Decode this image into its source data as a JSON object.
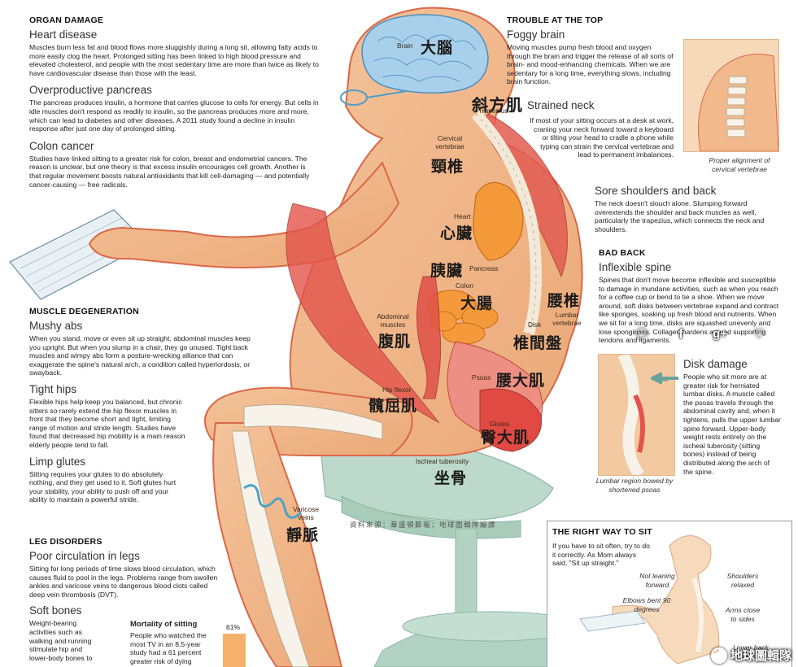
{
  "left": {
    "organ": {
      "header": "ORGAN DAMAGE",
      "heart": {
        "title": "Heart disease",
        "text": "Muscles burn less fat and blood flows more sluggishly during a long sit, allowing fatty acids to more easily clog the heart. Prolonged sitting has been linked to high blood pressure and elevated cholesterol, and people with the most sedentary time are more than twice as likely to have cardiovascular disease than those with the least."
      },
      "pancreas": {
        "title": "Overproductive pancreas",
        "text": "The pancreas produces insulin, a hormone that carries glucose to cells for energy. But cells in idle muscles don't respond as readily to insulin, so the pancreas produces more and more, which can lead to diabetes and other diseases. A 2011 study found a decline in insulin response after just one day of prolonged sitting."
      },
      "colon": {
        "title": "Colon cancer",
        "text": "Studies have linked sitting to a greater risk for colon, breast and endometrial cancers. The reason is unclear, but one theory is that excess insulin encourages cell growth. Another is that regular movement boosts natural antioxidants that kill cell-damaging — and potentially cancer-causing — free radicals."
      }
    },
    "muscle": {
      "header": "MUSCLE DEGENERATION",
      "abs": {
        "title": "Mushy abs",
        "text": "When you stand, move or even sit up straight, abdominal muscles keep you upright. But when you slump in a chair, they go unused. Tight back muscles and wimpy abs form a posture-wrecking alliance that can exaggerate the spine's natural arch, a condition called hyperlordosis, or swayback."
      },
      "hips": {
        "title": "Tight hips",
        "text": "Flexible hips help keep you balanced, but chronic sitters so rarely extend the hip flexor muscles in front that they become short and tight, limiting range of motion and stride length. Studies have found that decreased hip mobility is a main reason elderly people tend to fall."
      },
      "glutes": {
        "title": "Limp glutes",
        "text": "Sitting requires your glutes to do absolutely nothing, and they get used to it. Soft glutes hurt your stability, your ability to push off and your ability to maintain a powerful stride."
      }
    },
    "legs": {
      "header": "LEG DISORDERS",
      "circ": {
        "title": "Poor circulation in legs",
        "text": "Sitting for long periods of time slows blood circulation, which causes fluid to pool in the legs. Problems range from swollen ankles and varicose veins to dangerous blood clots called deep vein thrombosis (DVT)."
      },
      "bones": {
        "title": "Soft bones",
        "text": "Weight-bearing activities such as walking and running stimulate hip and lower-body bones to"
      }
    },
    "mortality": {
      "title": "Mortality of sitting",
      "text": "People who watched the most TV in an 8.5-year study had a 61 percent greater risk of dying",
      "value_label": "61%",
      "value": 61
    }
  },
  "right": {
    "top": {
      "header": "TROUBLE AT THE TOP",
      "foggy": {
        "title": "Foggy brain",
        "text": "Moving muscles pump fresh blood and oxygen through the brain and trigger the release of all sorts of brain- and mood-enhancing chemicals. When we are sedentary for a long time, everything slows, including brain function."
      },
      "neck": {
        "title": "Strained neck",
        "text": "If most of your sitting occurs at a desk at work, craning your neck forward toward a keyboard or tilting your head to cradle a phone while typing can strain the cervical vertebrae and lead to permanent imbalances."
      },
      "shoulders": {
        "title": "Sore shoulders and back",
        "text": "The neck doesn't slouch alone. Slumping forward overextends the shoulder and back muscles as well, particularly the trapezius, which connects the neck and shoulders."
      },
      "inset_caption": "Proper alignment of cervical  vertebrae"
    },
    "back": {
      "header": "BAD BACK",
      "spine": {
        "title": "Inflexible spine",
        "text": "Spines that don't move become inflexible and susceptible to damage in mundane activities, such as when you reach for a coffee cup or bend to tie a shoe. When we move around, soft disks between vertebrae expand and contract like sponges, soaking up fresh blood and nutrients. When we sit for a long time, disks are squashed unevenly and lose sponginess. Collagen hardens around supporting tendons and ligaments."
      },
      "disk": {
        "title": "Disk damage",
        "text": "People who sit more are at greater risk for herniated lumbar disks. A muscle called the psoas travels through the abdominal cavity and, when it tightens, pulls the upper lumbar spine forward. Upper-body weight rests entirely on the ischeal tuberosity (sitting bones) instead of being distributed along the arch of the spine."
      },
      "inset_caption": "Lumbar region bowed by shortened psoas"
    },
    "rightway": {
      "header": "THE RIGHT WAY TO SIT",
      "text": "If you have to sit often, try to do it correctly. As Mom always said, \"Sit up straight.\"",
      "notes": [
        "Not leaning forward",
        "Shoulders relaxed",
        "Elbows bent 90 degrees",
        "Arms close to sides",
        "Lower back"
      ]
    }
  },
  "labels": {
    "brain": "Brain",
    "trapezius": "Trapezius",
    "cervical": "Cervical vertebrae",
    "heart": "Heart",
    "pancreas": "Pancreas",
    "colon": "Colon",
    "abdominal": "Abdominal muscles",
    "lumbar": "Lumbar vertebrae",
    "disk": "Disk",
    "psoas": "Psoas",
    "hipflexor": "Hip flexor",
    "glutes": "Glutes",
    "ischeal": "Ischeal tuberosity",
    "varicose": "Varicose veins"
  },
  "cjk": {
    "brain": "大腦",
    "trapezius": "斜方肌",
    "cervical": "頸椎",
    "heart": "心臟",
    "pancreas": "胰臟",
    "colon": "大腸",
    "abdominal": "腹肌",
    "lumbar": "腰椎",
    "disk": "椎間盤",
    "psoas": "腰大肌",
    "hipflexor": "髖屈肌",
    "glutes": "臀大肌",
    "ischeal": "坐骨",
    "varicose": "靜脈"
  },
  "source": "資料來源：華盛頓郵報；地球圖輯隊編譯",
  "watermark": "地球圖輯隊",
  "colors": {
    "skin": "#f1b98c",
    "skin_outline": "#d9694a",
    "muscle": "#e2534a",
    "organ": "#f08a2a",
    "brain": "#7fb6d9",
    "bone": "#f7f3ea",
    "chair": "#b9d8c9"
  }
}
